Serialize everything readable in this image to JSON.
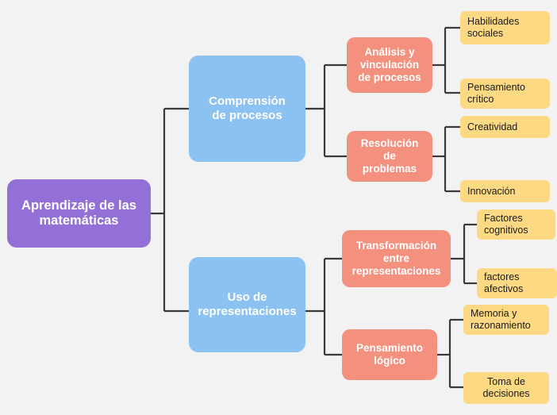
{
  "diagram": {
    "title": "Aprendizaje de las matemáticas",
    "background": "#f2f2f2",
    "link_color": "#3a3a3a",
    "colors": {
      "root": "#9370d8",
      "branch": "#8cc2f2",
      "sub": "#f4907e",
      "leaf": "#fcd982",
      "root_text": "#ffffff",
      "branch_text": "#ffffff",
      "sub_text": "#ffffff",
      "leaf_text": "#1a1a1a"
    }
  },
  "nodes": {
    "root": {
      "label": "Aprendizaje de las\nmatemáticas"
    },
    "branch1": {
      "label": "Comprensión\nde procesos"
    },
    "branch2": {
      "label": "Uso de\nrepresentaciones"
    },
    "sub1": {
      "label": "Análisis y\nvinculación\nde procesos"
    },
    "sub2": {
      "label": "Resolución\nde\nproblemas"
    },
    "sub3": {
      "label": "Transformación\nentre\nrepresentaciones"
    },
    "sub4": {
      "label": "Pensamiento\nlógico"
    },
    "leaf1": {
      "label": "Habilidades\nsociales"
    },
    "leaf2": {
      "label": "Pensamiento\ncrítico"
    },
    "leaf3": {
      "label": "Creatividad"
    },
    "leaf4": {
      "label": "Innovación"
    },
    "leaf5": {
      "label": "Factores\ncognitivos"
    },
    "leaf6": {
      "label": "factores\nafectivos"
    },
    "leaf7": {
      "label": "Memoria y\nrazonamiento"
    },
    "leaf8": {
      "label": "Toma de\ndecisiones"
    }
  }
}
